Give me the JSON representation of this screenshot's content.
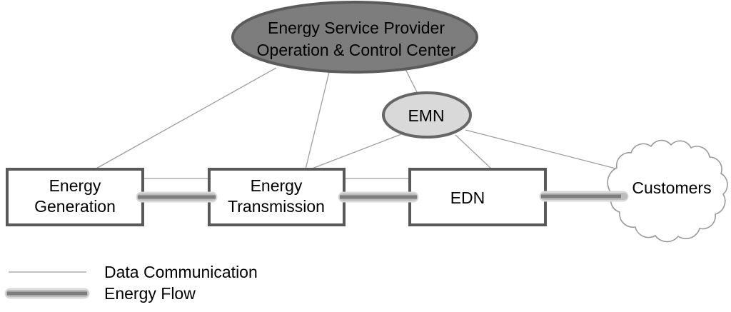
{
  "diagram": {
    "nodes": {
      "control_center": {
        "line1": "Energy Service Provider",
        "line2": "Operation & Control Center"
      },
      "emn": {
        "label": "EMN"
      },
      "energy_generation": {
        "line1": "Energy",
        "line2": "Generation"
      },
      "energy_transmission": {
        "line1": "Energy",
        "line2": "Transmission"
      },
      "edn": {
        "label": "EDN"
      },
      "customers": {
        "label": "Customers"
      }
    },
    "data_communication_links": [
      {
        "from": "control_center",
        "to": "energy_generation"
      },
      {
        "from": "control_center",
        "to": "energy_transmission"
      },
      {
        "from": "control_center",
        "to": "emn"
      },
      {
        "from": "emn",
        "to": "energy_transmission"
      },
      {
        "from": "emn",
        "to": "edn"
      },
      {
        "from": "emn",
        "to": "customers"
      },
      {
        "from": "energy_generation",
        "to": "energy_transmission"
      },
      {
        "from": "energy_transmission",
        "to": "edn"
      }
    ],
    "energy_flow_links": [
      {
        "from": "energy_generation",
        "to": "energy_transmission"
      },
      {
        "from": "energy_transmission",
        "to": "edn"
      },
      {
        "from": "edn",
        "to": "customers"
      }
    ],
    "legend": {
      "items": [
        {
          "symbol": "thin-line",
          "label": "Data Communication"
        },
        {
          "symbol": "thick-line",
          "label": "Energy Flow"
        }
      ]
    },
    "colors": {
      "control_center_fill": "#7d7d7d",
      "control_center_border": "#5b5b5b",
      "emn_fill": "#d9d9d9",
      "emn_border": "#666666",
      "box_fill": "#ffffff",
      "box_border": "#595959",
      "cloud_border": "#999999",
      "data_line": "#9e9e9e",
      "energy_flow_core": "#7d7d7d",
      "energy_flow_glow": "#bdbdbd",
      "text": "#000000"
    }
  }
}
